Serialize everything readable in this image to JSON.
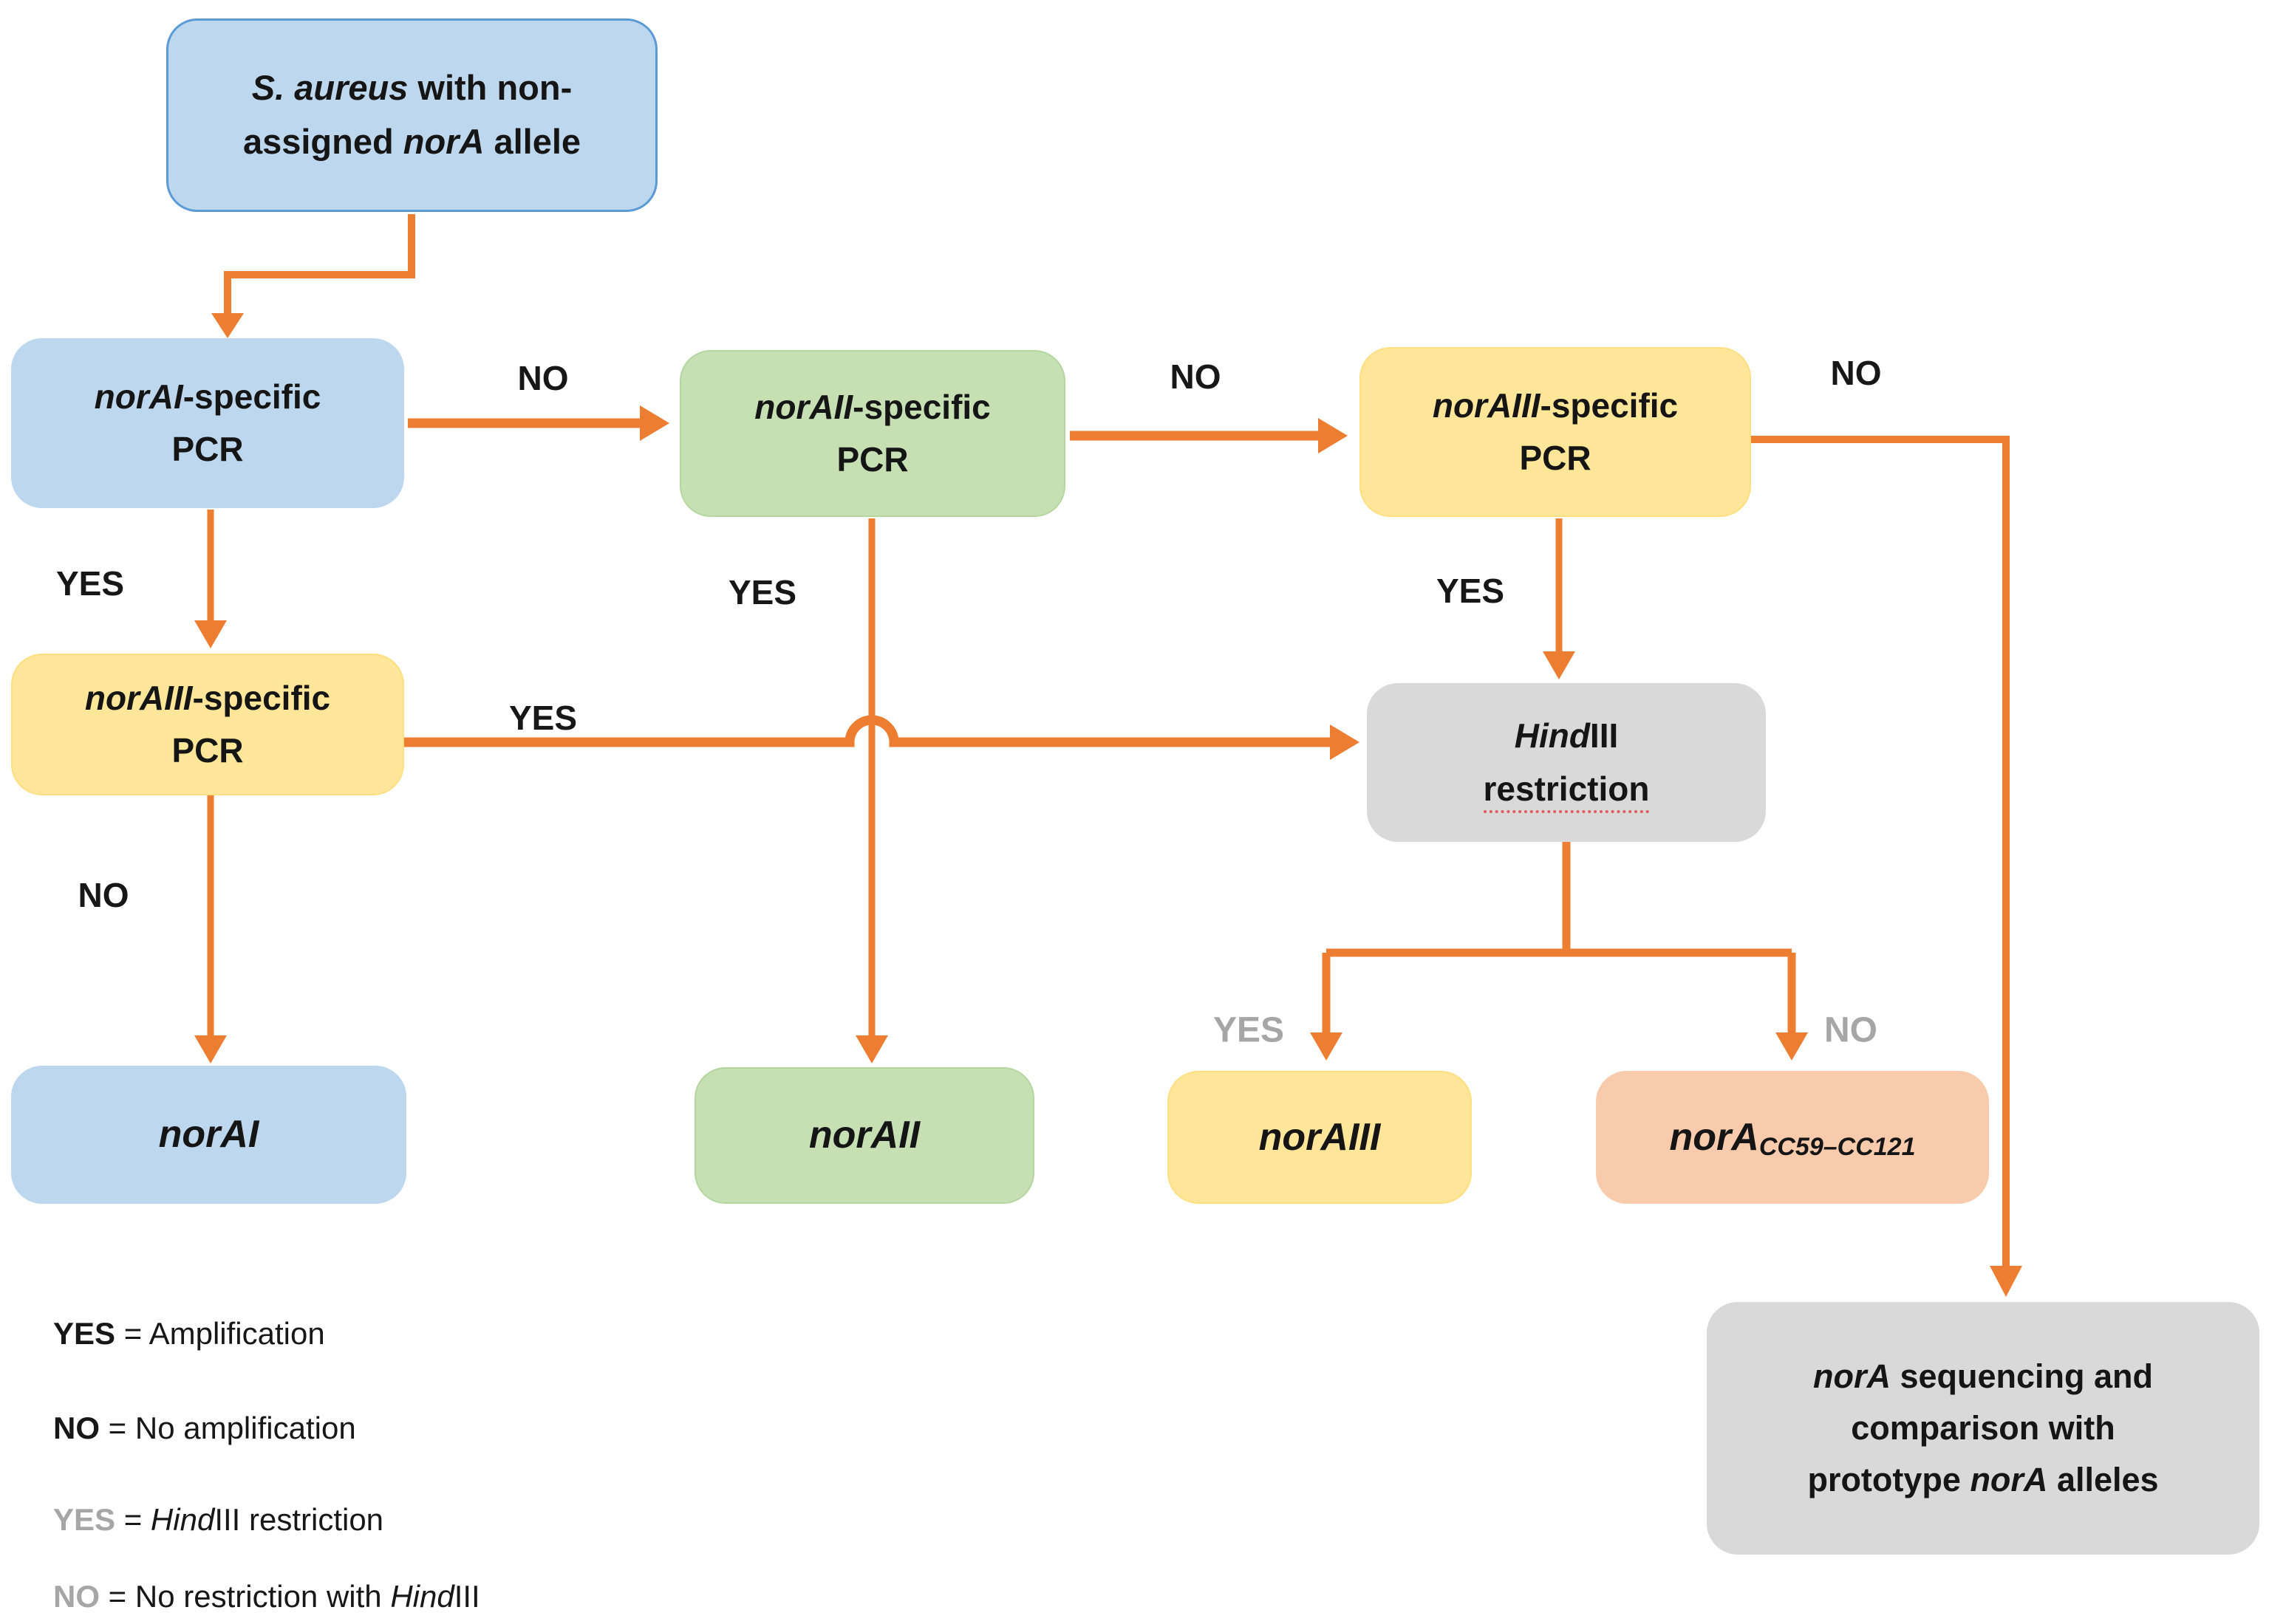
{
  "flowchart": {
    "nodes": {
      "start": {
        "italic1": "S. aureus",
        "rest1": " with non-",
        "pre2": "assigned ",
        "italic2": "norA",
        "rest2": " allele"
      },
      "pcr1": {
        "gene": "norAI",
        "suffix": "-specific",
        "line2": "PCR"
      },
      "pcr2": {
        "gene": "norAII",
        "suffix": "-specific",
        "line2": "PCR"
      },
      "pcr3r": {
        "gene": "norAIII",
        "suffix": "-specific",
        "line2": "PCR"
      },
      "pcr3l": {
        "gene": "norAIII",
        "suffix": "-specific",
        "line2": "PCR"
      },
      "hind": {
        "italic": "Hind",
        "rest": "III",
        "line2": "restriction"
      },
      "res1": {
        "label": "norAI"
      },
      "res2": {
        "label": "norAII"
      },
      "res3": {
        "label": "norAIII"
      },
      "res4": {
        "main": "norA",
        "sub": "CC59–CC121"
      },
      "seq": {
        "italic1": "norA",
        "rest1": " sequencing and",
        "line2": "comparison  with",
        "pre3": "prototype ",
        "italic3": "norA",
        "rest3": " alleles"
      }
    },
    "edge_labels": {
      "no1": "NO",
      "no2": "NO",
      "no3": "NO",
      "no4": "NO",
      "yes1": "YES",
      "yes2": "YES",
      "yes3": "YES",
      "yes4": "YES",
      "yes_gray": "YES",
      "no_gray": "NO"
    },
    "legend": {
      "line1": {
        "key": "YES",
        "eq": " = ",
        "text": "Amplification"
      },
      "line2": {
        "key": "NO",
        "eq": " = ",
        "text": "No amplification"
      },
      "line3": {
        "key": "YES",
        "eq": " = ",
        "pre": "",
        "italic": "Hind",
        "post": "III restriction"
      },
      "line4": {
        "key": "NO",
        "eq": " = ",
        "pre": "No restriction with ",
        "italic": "Hind",
        "post": "III"
      }
    },
    "colors": {
      "arrow": "#ED7D31",
      "blue_fill": "#BDD7EE",
      "blue_border": "#5B9BD5",
      "green_fill": "#C6E0B4",
      "yellow_fill": "#FFE699",
      "gray_fill": "#D9D9D9",
      "salmon_fill": "#F8CBAD",
      "gray_label_text": "#A6A6A6",
      "spellcheck_underline": "#E25B5B"
    }
  }
}
